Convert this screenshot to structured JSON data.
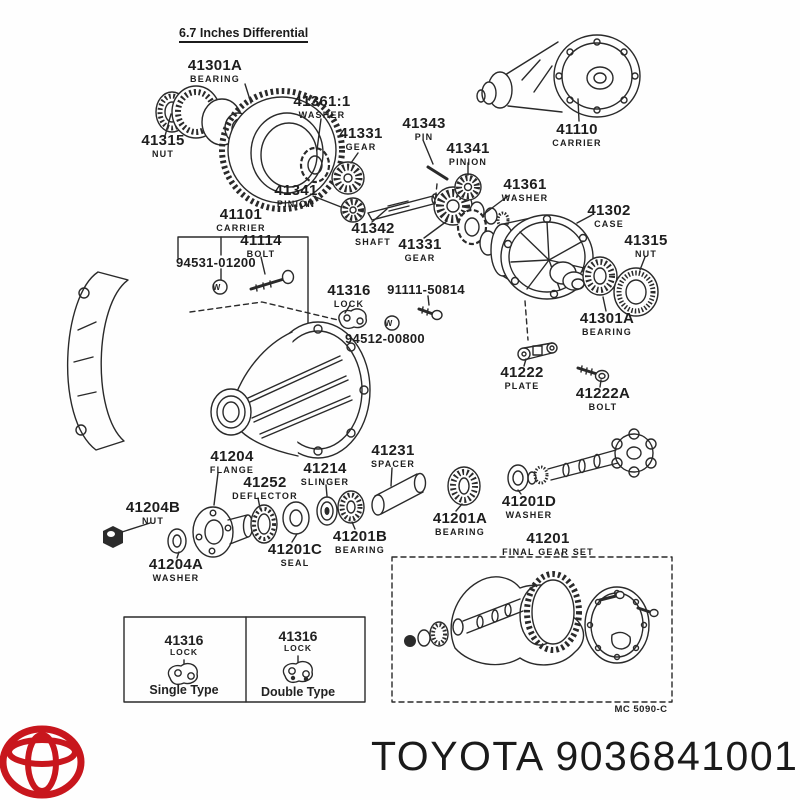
{
  "title": "6.7 Inches Differential",
  "diagram_code": "MC 5090-C",
  "parts": [
    {
      "number": "41301A",
      "name": "BEARING"
    },
    {
      "number": "41315",
      "name": "NUT"
    },
    {
      "number": "41361:1",
      "name": "WASHER"
    },
    {
      "number": "41331",
      "name": "GEAR"
    },
    {
      "number": "41343",
      "name": "PIN"
    },
    {
      "number": "41341",
      "name": "PINION"
    },
    {
      "number": "41110",
      "name": "CARRIER"
    },
    {
      "number": "41341",
      "name": "PINION"
    },
    {
      "number": "41361",
      "name": "WASHER"
    },
    {
      "number": "41302",
      "name": "CASE"
    },
    {
      "number": "41315",
      "name": "NUT"
    },
    {
      "number": "41101",
      "name": "CARRIER"
    },
    {
      "number": "41114",
      "name": "BOLT"
    },
    {
      "number": "94531-01200",
      "name": ""
    },
    {
      "number": "41342",
      "name": "SHAFT"
    },
    {
      "number": "41331",
      "name": "GEAR"
    },
    {
      "number": "41316",
      "name": "LOCK"
    },
    {
      "number": "91111-50814",
      "name": ""
    },
    {
      "number": "94512-00800",
      "name": ""
    },
    {
      "number": "41222",
      "name": "PLATE"
    },
    {
      "number": "41222A",
      "name": "BOLT"
    },
    {
      "number": "41301A",
      "name": "BEARING"
    },
    {
      "number": "41204",
      "name": "FLANGE"
    },
    {
      "number": "41252",
      "name": "DEFLECTOR"
    },
    {
      "number": "41214",
      "name": "SLINGER"
    },
    {
      "number": "41231",
      "name": "SPACER"
    },
    {
      "number": "41204B",
      "name": "NUT"
    },
    {
      "number": "41204A",
      "name": "WASHER"
    },
    {
      "number": "41201C",
      "name": "SEAL"
    },
    {
      "number": "41201B",
      "name": "BEARING"
    },
    {
      "number": "41201A",
      "name": "BEARING"
    },
    {
      "number": "41201D",
      "name": "WASHER"
    },
    {
      "number": "41201",
      "name": "FINAL GEAR SET"
    }
  ],
  "washer_symbol": "W",
  "inset": {
    "cells": [
      {
        "number": "41316",
        "name": "LOCK",
        "caption": "Single Type"
      },
      {
        "number": "41316",
        "name": "LOCK",
        "caption": "Double Type"
      }
    ]
  },
  "footer": {
    "brand": "TOYOTA",
    "part_number": "9036841001",
    "logo_color": "#c8161d"
  }
}
